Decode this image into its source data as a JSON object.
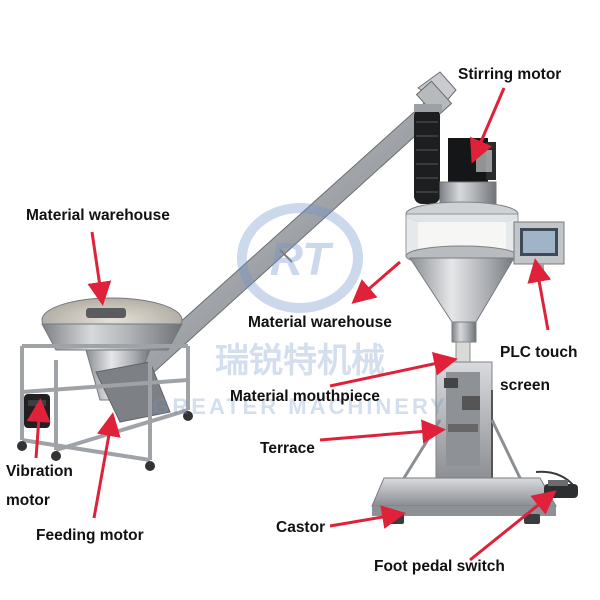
{
  "labels": {
    "stirring_motor": "Stirring motor",
    "material_warehouse_left": "Material warehouse",
    "material_warehouse_right": "Material warehouse",
    "plc_touch": "PLC touch",
    "screen": "screen",
    "material_mouthpiece": "Material mouthpiece",
    "terrace": "Terrace",
    "vibration": "Vibration",
    "motor": "motor",
    "feeding_motor": "Feeding motor",
    "castor": "Castor",
    "foot_pedal_switch": "Foot pedal switch"
  },
  "watermark": {
    "logo": "RT",
    "chinese": "瑞锐特机械",
    "english": "GREATER MACHINERY"
  },
  "colors": {
    "arrow": "#e0213a",
    "label_text": "#111111",
    "steel": "#a8abb0",
    "watermark": "#6f93c9"
  }
}
